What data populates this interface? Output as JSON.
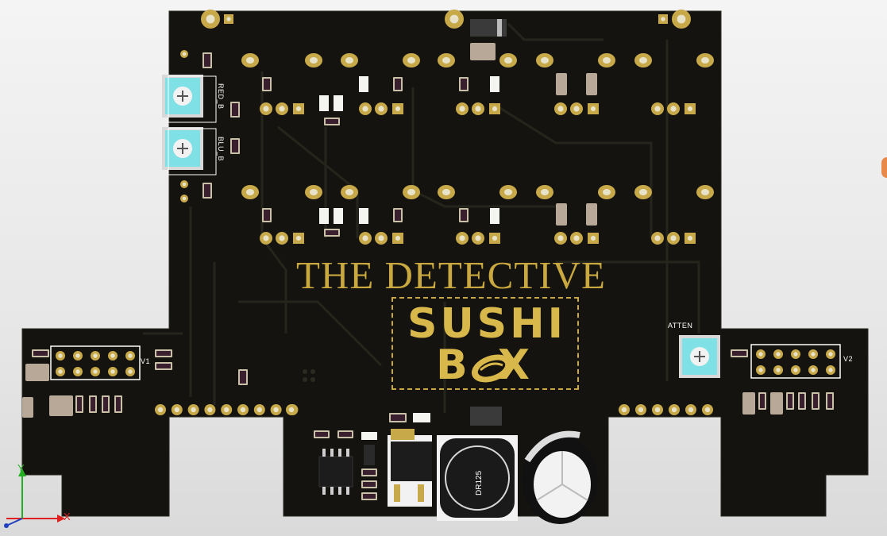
{
  "board": {
    "title": "THE DETECTIVE",
    "logo_line1": "SUSHI",
    "logo_line2": "B  X",
    "silkscreen": {
      "trim_red": "RED_B",
      "trim_blue": "BLU_B",
      "atten": "ATTEN",
      "header_v1": "V1",
      "header_v2": "V2",
      "inductor": "DR125"
    }
  },
  "axes": {
    "x_label": "X",
    "y_label": "Y",
    "x_color": "#e02020",
    "y_color": "#22b022",
    "origin_color": "#2040c0"
  },
  "colors": {
    "board": "#14130f",
    "gold_pad": "#c8a94a",
    "silk": "#ffffff",
    "trim_pot": "#7fe0e6",
    "resistor_body": "#3a1f2e"
  }
}
